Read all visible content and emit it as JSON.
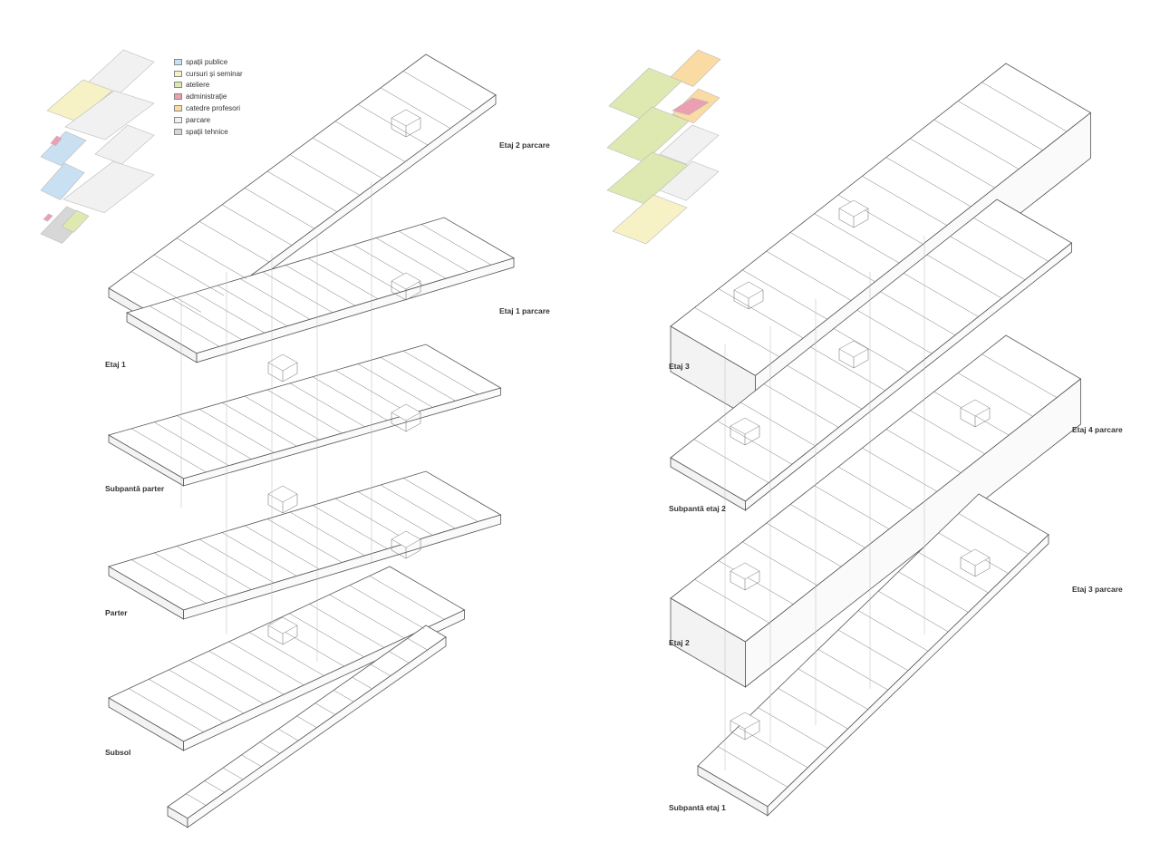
{
  "legend": [
    {
      "label": "spații publice",
      "color": "#c9dff2"
    },
    {
      "label": "cursuri și seminar",
      "color": "#f6f2c6"
    },
    {
      "label": "ateliere",
      "color": "#dde9b1"
    },
    {
      "label": "administrație",
      "color": "#ec9fb1"
    },
    {
      "label": "catedre profesori",
      "color": "#f9dba3"
    },
    {
      "label": "parcare",
      "color": "#f1f1f1"
    },
    {
      "label": "spații tehnice",
      "color": "#d7d7d7"
    }
  ],
  "levels_left": {
    "etaj2_parcare": "Etaj 2 parcare",
    "etaj1_parcare": "Etaj 1 parcare",
    "etaj1": "Etaj 1",
    "subpanta_parter": "Subpantă parter",
    "parter": "Parter",
    "subsol": "Subsol"
  },
  "levels_right": {
    "etaj3": "Etaj 3",
    "etaj4_parcare": "Etaj 4 parcare",
    "subpanta_etaj2": "Subpantă etaj 2",
    "etaj2": "Etaj 2",
    "etaj3_parcare": "Etaj 3 parcare",
    "subpanta_etaj1": "Subpantă etaj 1"
  }
}
